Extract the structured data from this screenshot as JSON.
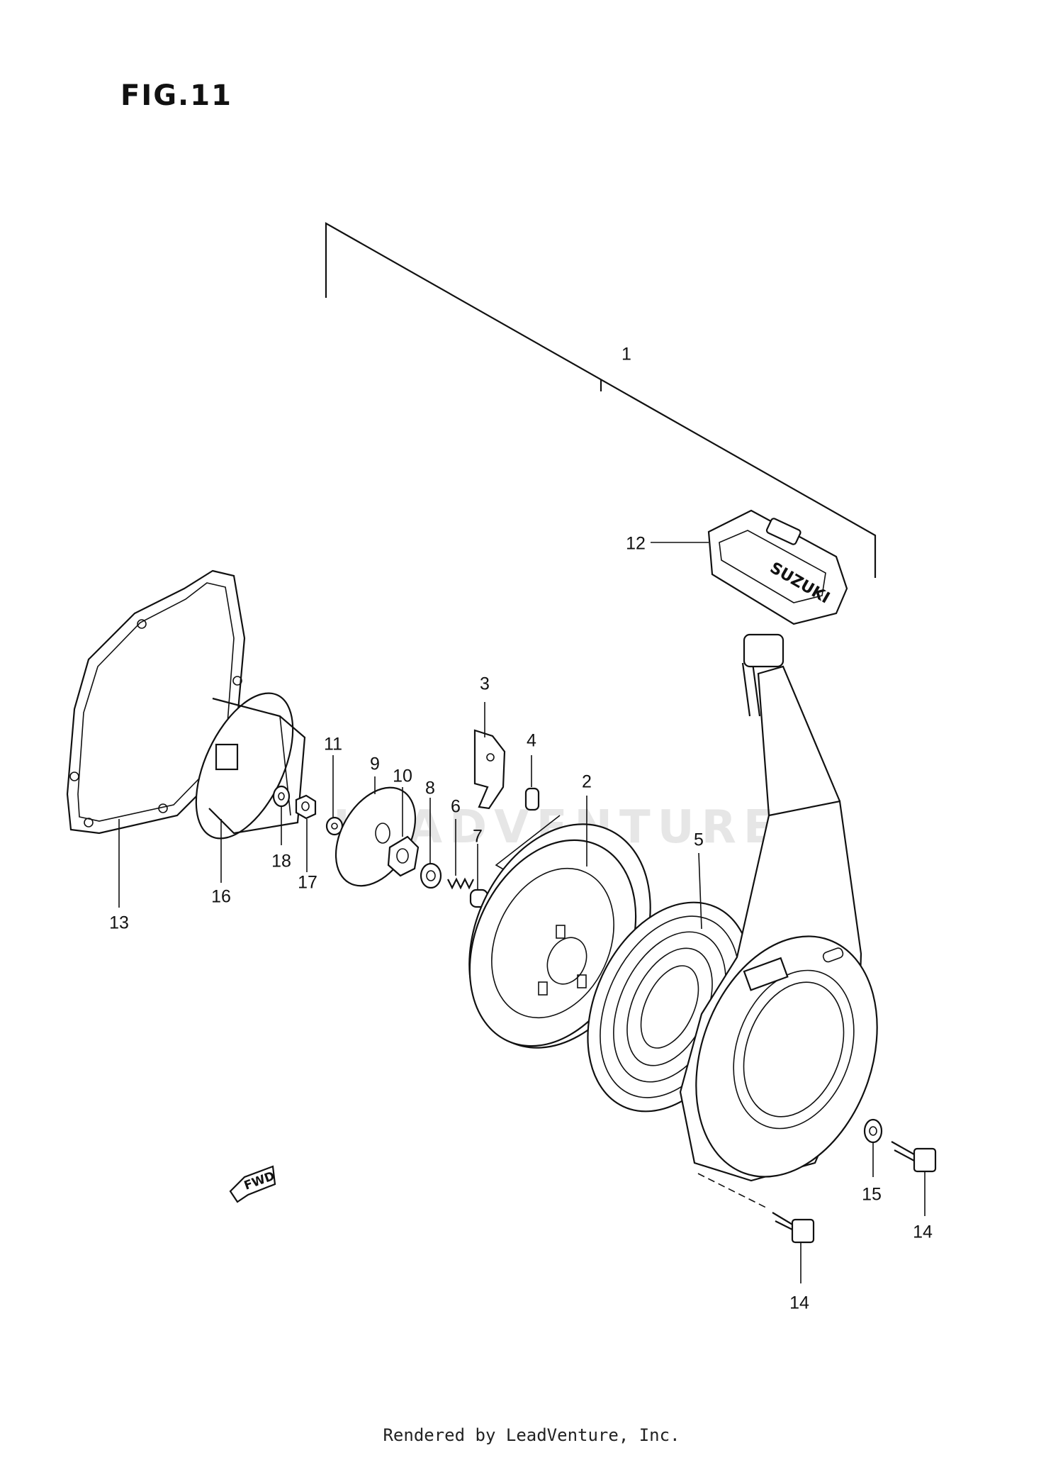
{
  "figure": {
    "title": "FIG.11"
  },
  "watermark": "LEADVENTURE",
  "handle_logo": "SUZUKI",
  "fwd_badge": "FWD",
  "callouts": [
    {
      "id": "c1",
      "label": "1"
    },
    {
      "id": "c2",
      "label": "2"
    },
    {
      "id": "c3",
      "label": "3"
    },
    {
      "id": "c4",
      "label": "4"
    },
    {
      "id": "c5",
      "label": "5"
    },
    {
      "id": "c6",
      "label": "6"
    },
    {
      "id": "c7",
      "label": "7"
    },
    {
      "id": "c8",
      "label": "8"
    },
    {
      "id": "c9",
      "label": "9"
    },
    {
      "id": "c10",
      "label": "10"
    },
    {
      "id": "c11",
      "label": "11"
    },
    {
      "id": "c12",
      "label": "12"
    },
    {
      "id": "c13",
      "label": "13"
    },
    {
      "id": "c14a",
      "label": "14"
    },
    {
      "id": "c14b",
      "label": "14"
    },
    {
      "id": "c15",
      "label": "15"
    },
    {
      "id": "c16",
      "label": "16"
    },
    {
      "id": "c17",
      "label": "17"
    },
    {
      "id": "c18",
      "label": "18"
    }
  ],
  "footer": {
    "text": "Rendered by LeadVenture, Inc."
  }
}
